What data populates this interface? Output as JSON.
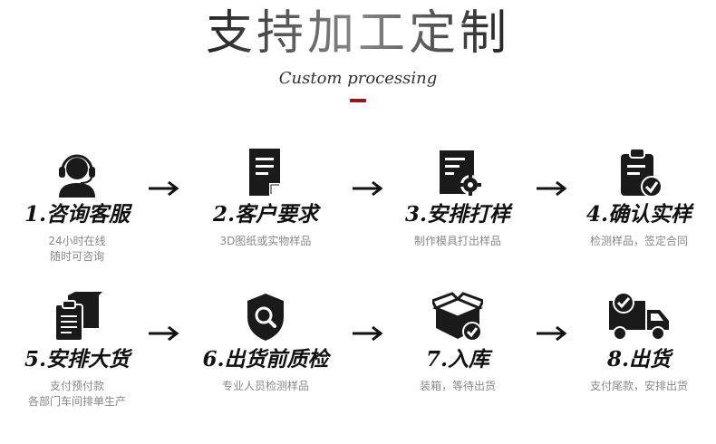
{
  "header": {
    "title": "支持加工定制",
    "subtitle": "Custom processing"
  },
  "steps": [
    {
      "label": "1.咨询客服",
      "desc1": "24小时在线",
      "desc2": "随时可咨询",
      "icon": "headset-agent-icon"
    },
    {
      "label": "2.客户要求",
      "desc1": "3D图纸或实物样品",
      "desc2": "",
      "icon": "document-icon"
    },
    {
      "label": "3.安排打样",
      "desc1": "制作模具打出样品",
      "desc2": "",
      "icon": "document-gear-icon"
    },
    {
      "label": "4.确认实样",
      "desc1": "检测样品，签定合同",
      "desc2": "",
      "icon": "clipboard-check-icon"
    },
    {
      "label": "5.安排大货",
      "desc1": "支付预付款",
      "desc2": "各部门车间排单生产",
      "icon": "box-clipboard-icon"
    },
    {
      "label": "6.出货前质检",
      "desc1": "专业人员检测样品",
      "desc2": "",
      "icon": "shield-search-icon"
    },
    {
      "label": "7.入库",
      "desc1": "装箱，等待出货",
      "desc2": "",
      "icon": "box-check-icon"
    },
    {
      "label": "8.出货",
      "desc1": "支付尾款，安排出货",
      "desc2": "",
      "icon": "truck-check-icon"
    }
  ],
  "colors": {
    "icon": "#1a1a1a",
    "accent": "#8b1a1a",
    "desc": "#888888"
  }
}
